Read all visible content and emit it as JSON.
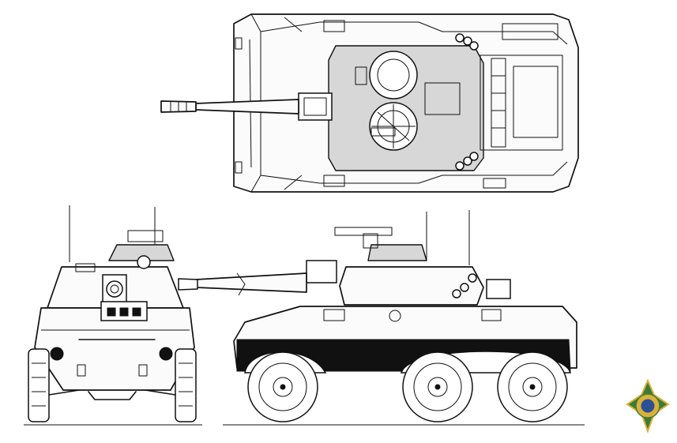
{
  "diagram": {
    "views": [
      "top-view",
      "front-view",
      "side-view"
    ],
    "emblem": "army-emblem",
    "colors": {
      "line": "#111111",
      "hull_shade": "#d7d7d7",
      "background": "#ffffff",
      "emblem_green": "#3f7a35",
      "emblem_gold": "#d8b23c",
      "emblem_blue": "#2d4f93"
    }
  }
}
